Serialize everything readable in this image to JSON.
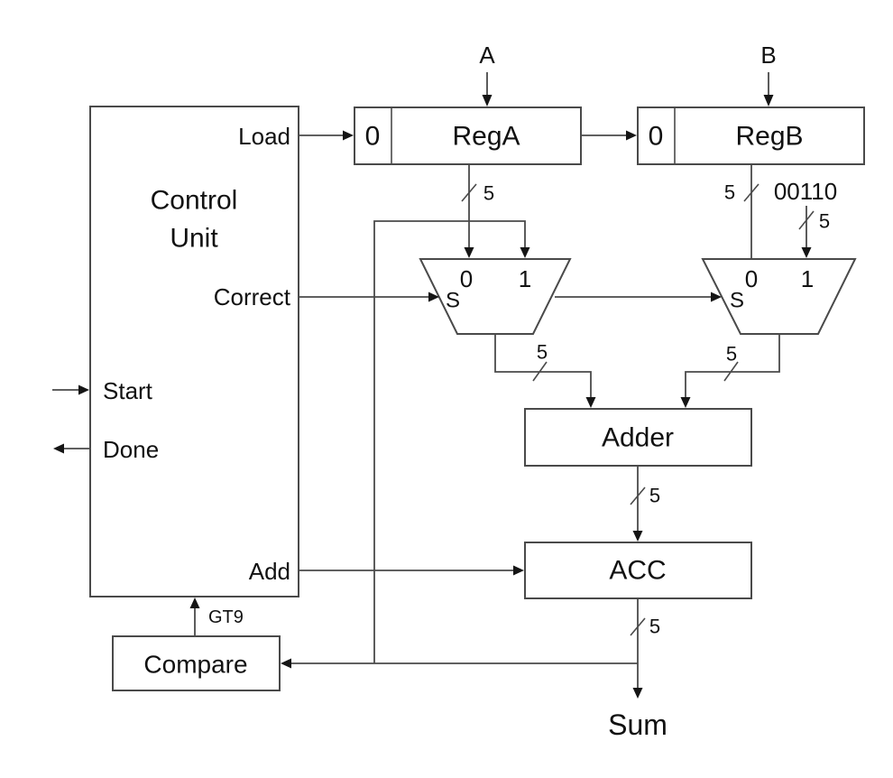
{
  "diagram": {
    "inputs": {
      "a": "A",
      "b": "B"
    },
    "control_unit": {
      "title_line1": "Control",
      "title_line2": "Unit",
      "load": "Load",
      "correct": "Correct",
      "add": "Add",
      "start": "Start",
      "done": "Done"
    },
    "reg_a": {
      "carry_bit": "0",
      "label": "RegA"
    },
    "reg_b": {
      "carry_bit": "0",
      "label": "RegB"
    },
    "constant_value": "00110",
    "mux_a": {
      "in0": "0",
      "in1": "1",
      "select": "S"
    },
    "mux_b": {
      "in0": "0",
      "in1": "1",
      "select": "S"
    },
    "adder_label": "Adder",
    "acc_label": "ACC",
    "compare_label": "Compare",
    "gt9_signal": "GT9",
    "sum_label": "Sum",
    "bus_width": "5"
  }
}
